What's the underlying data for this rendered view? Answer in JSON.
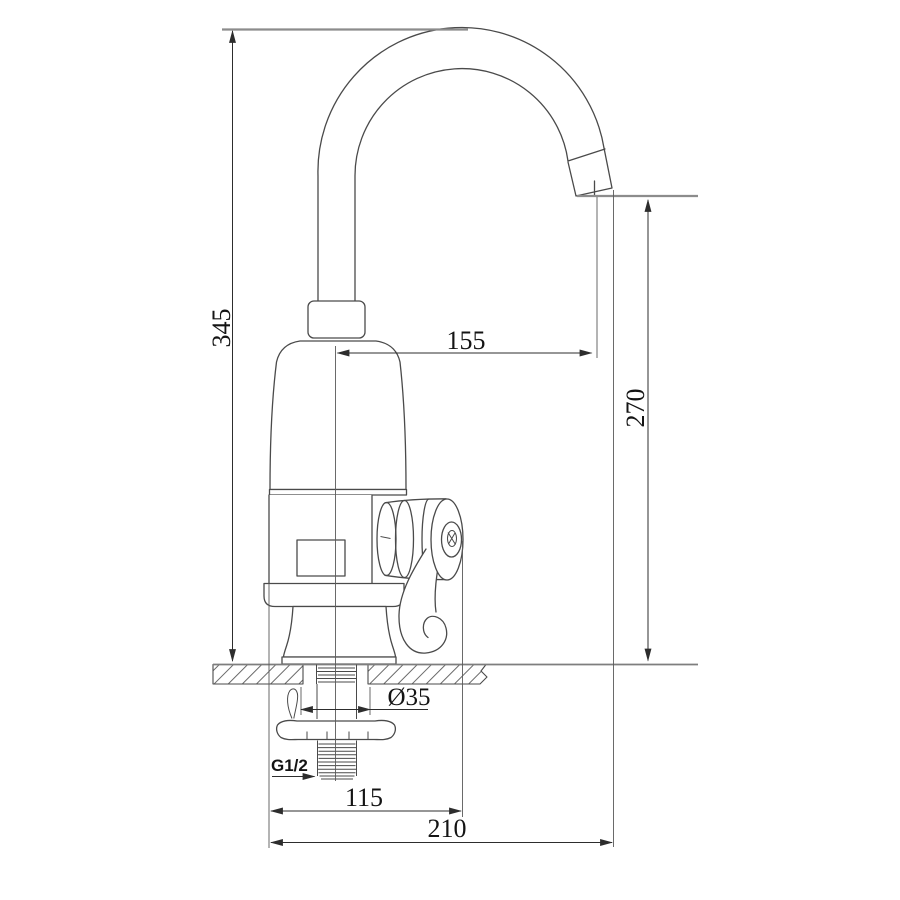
{
  "drawing": {
    "type": "technical-dimension-drawing",
    "subject": "instant electric heating faucet, side elevation with installation dimensions",
    "labels": {
      "total_height": "345",
      "spout_reach": "155",
      "outlet_height": "270",
      "hole_diameter": "Ø35",
      "thread_size": "G1/2",
      "base_offset": "115",
      "total_reach": "210"
    },
    "colors": {
      "background": "#ffffff",
      "outline": "#4a4a4a",
      "dimension_line": "#2d2d2d",
      "heavy_line": "#8c8c8c",
      "text": "#141414"
    }
  }
}
